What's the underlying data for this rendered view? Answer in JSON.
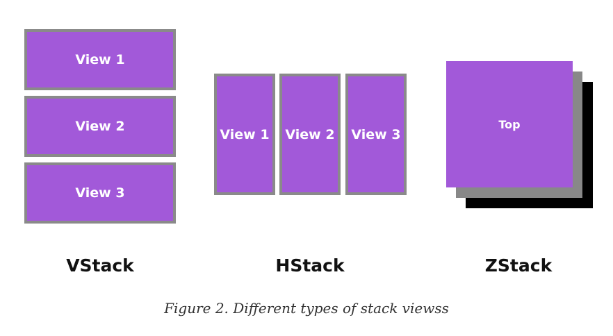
{
  "vstack": {
    "label": "VStack",
    "views": [
      "View 1",
      "View 2",
      "View 3"
    ]
  },
  "hstack": {
    "label": "HStack",
    "views": [
      "View 1",
      "View 2",
      "View 3"
    ]
  },
  "zstack": {
    "label": "ZStack",
    "top_label": "Top"
  },
  "caption": "Figure 2. Different types of stack viewss",
  "colors": {
    "view_fill": "#a259d9",
    "view_border": "#8a8a8a",
    "zstack_middle": "#888888",
    "zstack_back": "#000000"
  }
}
